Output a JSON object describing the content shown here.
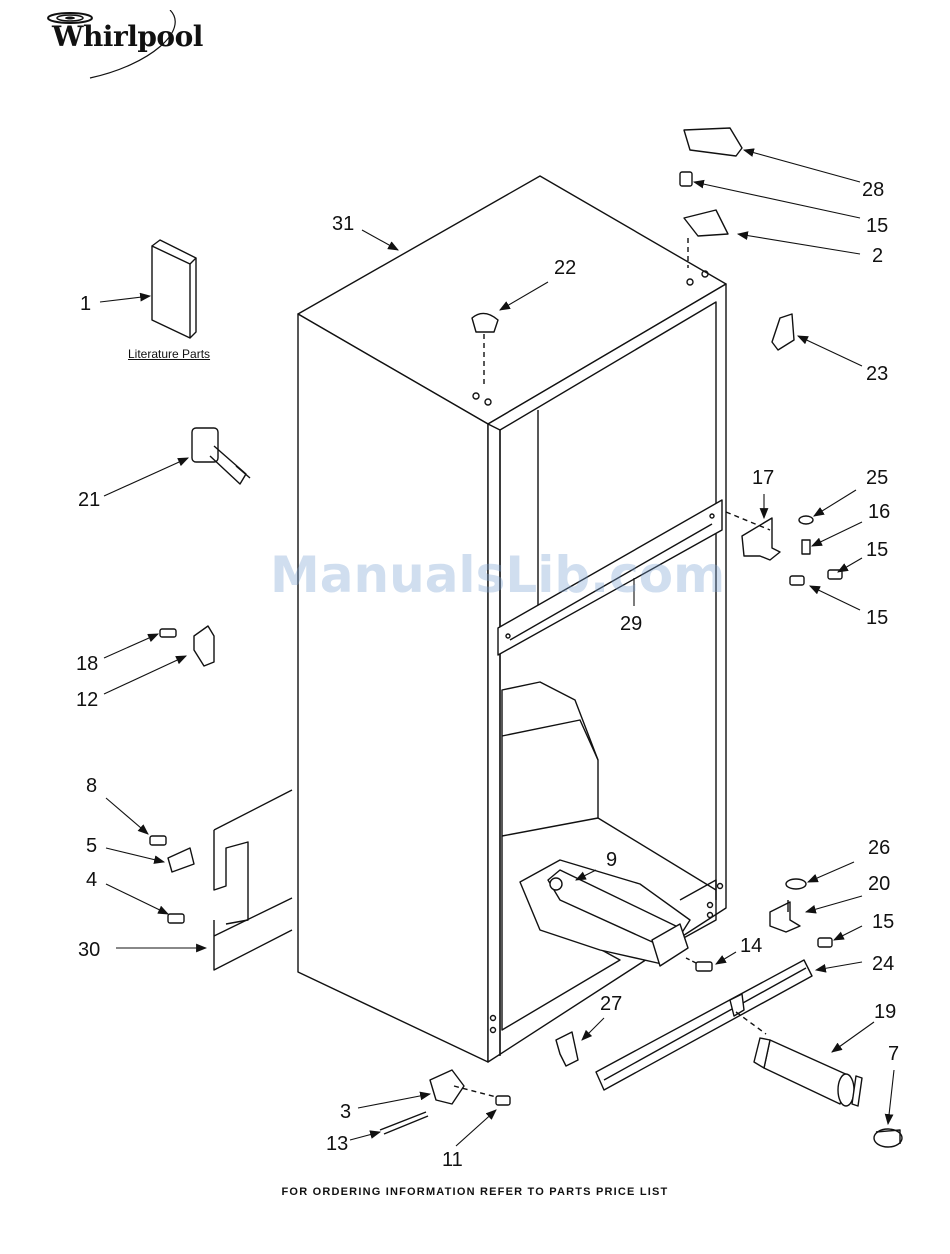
{
  "brand": {
    "name": "Whirlpool"
  },
  "watermark": "ManualsLib.com",
  "literature_label": "Literature Parts",
  "footer": "FOR ORDERING INFORMATION REFER TO PARTS PRICE LIST",
  "callouts": [
    {
      "id": "1",
      "label": "1"
    },
    {
      "id": "2",
      "label": "2"
    },
    {
      "id": "3",
      "label": "3"
    },
    {
      "id": "4",
      "label": "4"
    },
    {
      "id": "5",
      "label": "5"
    },
    {
      "id": "7",
      "label": "7"
    },
    {
      "id": "8",
      "label": "8"
    },
    {
      "id": "9",
      "label": "9"
    },
    {
      "id": "11",
      "label": "11"
    },
    {
      "id": "12",
      "label": "12"
    },
    {
      "id": "13",
      "label": "13"
    },
    {
      "id": "14",
      "label": "14"
    },
    {
      "id": "15a",
      "label": "15"
    },
    {
      "id": "15b",
      "label": "15"
    },
    {
      "id": "15c",
      "label": "15"
    },
    {
      "id": "15d",
      "label": "15"
    },
    {
      "id": "16",
      "label": "16"
    },
    {
      "id": "17",
      "label": "17"
    },
    {
      "id": "18",
      "label": "18"
    },
    {
      "id": "19",
      "label": "19"
    },
    {
      "id": "20",
      "label": "20"
    },
    {
      "id": "21",
      "label": "21"
    },
    {
      "id": "22",
      "label": "22"
    },
    {
      "id": "23",
      "label": "23"
    },
    {
      "id": "24",
      "label": "24"
    },
    {
      "id": "25",
      "label": "25"
    },
    {
      "id": "26",
      "label": "26"
    },
    {
      "id": "27",
      "label": "27"
    },
    {
      "id": "28",
      "label": "28"
    },
    {
      "id": "29",
      "label": "29"
    },
    {
      "id": "30",
      "label": "30"
    },
    {
      "id": "31",
      "label": "31"
    }
  ]
}
